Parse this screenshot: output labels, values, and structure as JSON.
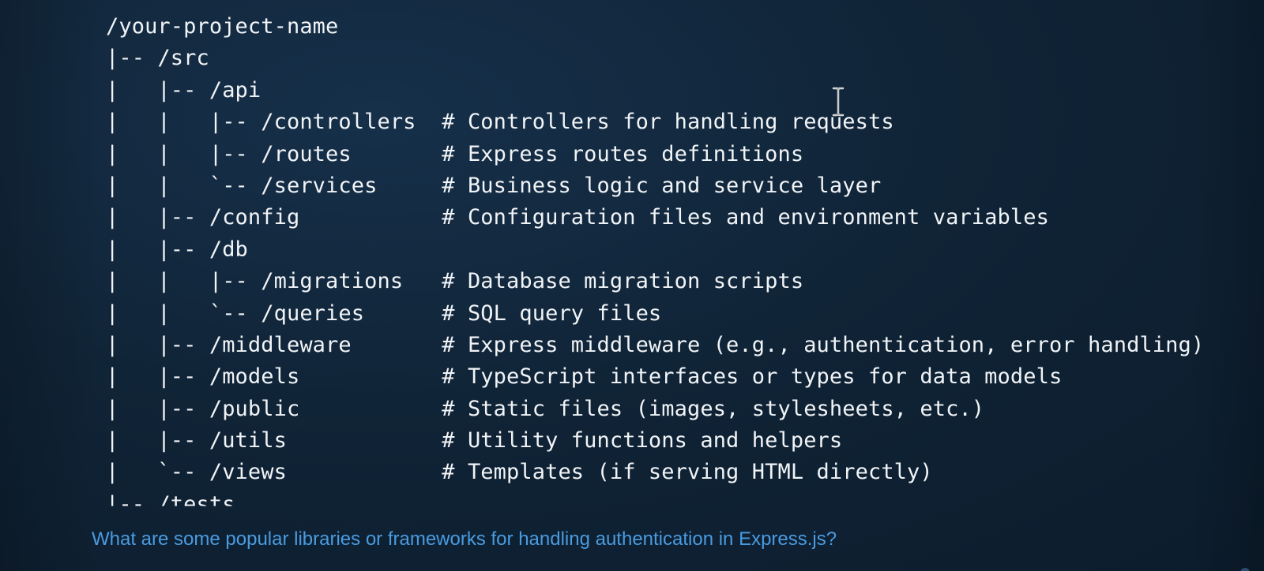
{
  "code_lines": [
    "/your-project-name",
    "|-- /src",
    "|   |-- /api",
    "|   |   |-- /controllers  # Controllers for handling requests",
    "|   |   |-- /routes       # Express routes definitions",
    "|   |   `-- /services     # Business logic and service layer",
    "|   |-- /config           # Configuration files and environment variables",
    "|   |-- /db",
    "|   |   |-- /migrations   # Database migration scripts",
    "|   |   `-- /queries      # SQL query files",
    "|   |-- /middleware       # Express middleware (e.g., authentication, error handling)",
    "|   |-- /models           # TypeScript interfaces or types for data models",
    "|   |-- /public           # Static files (images, stylesheets, etc.)",
    "|   |-- /utils            # Utility functions and helpers",
    "|   `-- /views            # Templates (if serving HTML directly)",
    "|-- /tests"
  ],
  "suggestion": {
    "text": "What are some popular libraries or frameworks for handling authentication in Express.js?",
    "color": "#4a9be0"
  },
  "icons": {
    "cursor": "text-cursor-icon"
  },
  "colors": {
    "background": "#102437",
    "code_text": "#f1f4f7"
  }
}
